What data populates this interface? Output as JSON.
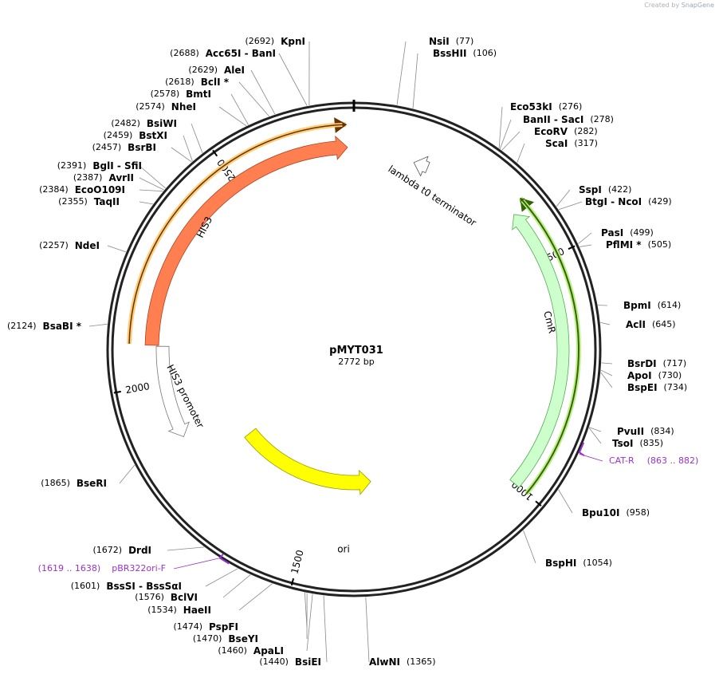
{
  "credit": {
    "prefix": "Created by",
    "brand": "SnapGene"
  },
  "plasmid": {
    "name": "pMYT031",
    "size_label": "2772 bp",
    "length": 2772
  },
  "ticks": [
    {
      "pos": 500,
      "label": "500"
    },
    {
      "pos": 1000,
      "label": "1000"
    },
    {
      "pos": 1500,
      "label": "1500"
    },
    {
      "pos": 2000,
      "label": "2000"
    },
    {
      "pos": 2500,
      "label": "2500"
    }
  ],
  "sites": [
    {
      "name": "NsiI",
      "pos": "(77)",
      "side": "R"
    },
    {
      "name": "BssHII",
      "pos": "(106)",
      "side": "R"
    },
    {
      "name": "Eco53kI",
      "pos": "(276)",
      "side": "R"
    },
    {
      "name": "BanII  - SacI",
      "pos": "(278)",
      "side": "R"
    },
    {
      "name": "EcoRV",
      "pos": "(282)",
      "side": "R"
    },
    {
      "name": "ScaI",
      "pos": "(317)",
      "side": "R"
    },
    {
      "name": "SspI",
      "pos": "(422)",
      "side": "R"
    },
    {
      "name": "BtgI  - NcoI",
      "pos": "(429)",
      "side": "R"
    },
    {
      "name": "PasI",
      "pos": "(499)",
      "side": "R"
    },
    {
      "name": "PflMI *",
      "pos": "(505)",
      "side": "R"
    },
    {
      "name": "BpmI",
      "pos": "(614)",
      "side": "R"
    },
    {
      "name": "AclI",
      "pos": "(645)",
      "side": "R"
    },
    {
      "name": "BsrDI",
      "pos": "(717)",
      "side": "R"
    },
    {
      "name": "ApoI",
      "pos": "(730)",
      "side": "R"
    },
    {
      "name": "BspEI",
      "pos": "(734)",
      "side": "R"
    },
    {
      "name": "PvuII",
      "pos": "(834)",
      "side": "R"
    },
    {
      "name": "TsoI",
      "pos": "(835)",
      "side": "R"
    },
    {
      "name": "Bpu10I",
      "pos": "(958)",
      "side": "R"
    },
    {
      "name": "BspHI",
      "pos": "(1054)",
      "side": "R"
    },
    {
      "name": "AlwNI",
      "pos": "(1365)",
      "side": "R"
    },
    {
      "name": "BsiEI",
      "pos": "(1440)",
      "side": "L"
    },
    {
      "name": "ApaLI",
      "pos": "(1460)",
      "side": "L"
    },
    {
      "name": "BseYI",
      "pos": "(1470)",
      "side": "L"
    },
    {
      "name": "PspFI",
      "pos": "(1474)",
      "side": "L"
    },
    {
      "name": "HaeII",
      "pos": "(1534)",
      "side": "L"
    },
    {
      "name": "BclVI",
      "pos": "(1576)",
      "side": "L"
    },
    {
      "name": "BssSI  - BssSαI",
      "pos": "(1601)",
      "side": "L"
    },
    {
      "name": "DrdI",
      "pos": "(1672)",
      "side": "L"
    },
    {
      "name": "BseRI",
      "pos": "(1865)",
      "side": "L"
    },
    {
      "name": "BsaBI *",
      "pos": "(2124)",
      "side": "L"
    },
    {
      "name": "NdeI",
      "pos": "(2257)",
      "side": "L"
    },
    {
      "name": "TaqII",
      "pos": "(2355)",
      "side": "L"
    },
    {
      "name": "EcoO109I",
      "pos": "(2384)",
      "side": "L"
    },
    {
      "name": "AvrII",
      "pos": "(2387)",
      "side": "L"
    },
    {
      "name": "BglI  - SfiI",
      "pos": "(2391)",
      "side": "L"
    },
    {
      "name": "BsrBI",
      "pos": "(2457)",
      "side": "L"
    },
    {
      "name": "BstXI",
      "pos": "(2459)",
      "side": "L"
    },
    {
      "name": "BsiWI",
      "pos": "(2482)",
      "side": "L"
    },
    {
      "name": "NheI",
      "pos": "(2574)",
      "side": "L"
    },
    {
      "name": "BmtI",
      "pos": "(2578)",
      "side": "L"
    },
    {
      "name": "BclI *",
      "pos": "(2618)",
      "side": "L"
    },
    {
      "name": "AleI",
      "pos": "(2629)",
      "side": "L"
    },
    {
      "name": "Acc65I  - BanI",
      "pos": "(2688)",
      "side": "L"
    },
    {
      "name": "KpnI",
      "pos": "(2692)",
      "side": "L"
    }
  ],
  "primers": [
    {
      "name": "CAT-R",
      "range": "(863 .. 882)"
    },
    {
      "name": "pBR322ori-F",
      "range": "(1619 .. 1638)"
    }
  ],
  "features": [
    {
      "name": "lambda t0 terminator",
      "color": "#ffffff"
    },
    {
      "name": "CmR",
      "color": "#ccffcc"
    },
    {
      "name": "ori",
      "color": "#ffff00"
    },
    {
      "name": "HIS3 promoter",
      "color": "#ffffff"
    },
    {
      "name": "HIS3",
      "color": "#ff7f50"
    }
  ],
  "colors": {
    "primer": "#9933cc",
    "cmr_outer": "#88dd44",
    "his3_outer": "#ffbb55"
  }
}
